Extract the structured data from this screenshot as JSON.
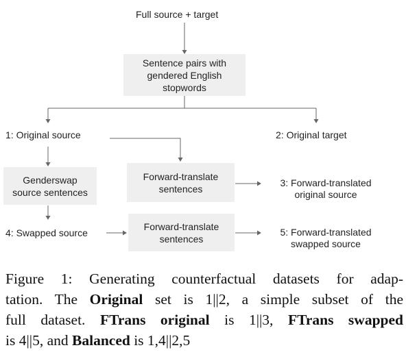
{
  "nodes": {
    "full_source_target": "Full source + target",
    "sentence_pairs": [
      "Sentence pairs with",
      "gendered English",
      "stopwords"
    ],
    "original_source": "1: Original source",
    "original_target": "2: Original target",
    "genderswap": [
      "Genderswap",
      "source sentences"
    ],
    "forward_translate_1": [
      "Forward-translate",
      "sentences"
    ],
    "forward_translated_original": [
      "3: Forward-translated",
      "original source"
    ],
    "swapped_source": "4: Swapped source",
    "forward_translate_2": [
      "Forward-translate",
      "sentences"
    ],
    "forward_translated_swapped": [
      "5: Forward-translated",
      "swapped source"
    ]
  },
  "caption": {
    "line1": "Figure 1: Generating counterfactual datasets for adap-",
    "line2_pre": "tation.  The ",
    "line2_bold": "Original",
    "line2_post": " set is 1||2, a simple subset of the",
    "line3_pre": "full dataset. ",
    "line3_bold1": "FTrans original",
    "line3_mid": " is 1||3, ",
    "line3_bold2": "FTrans swapped",
    "line4_pre": "is 4||5, and ",
    "line4_bold": "Balanced",
    "line4_post": " is 1,4||2,5"
  },
  "colors": {
    "box_fill": "#efefef",
    "edge": "#666666",
    "text": "#222222"
  }
}
